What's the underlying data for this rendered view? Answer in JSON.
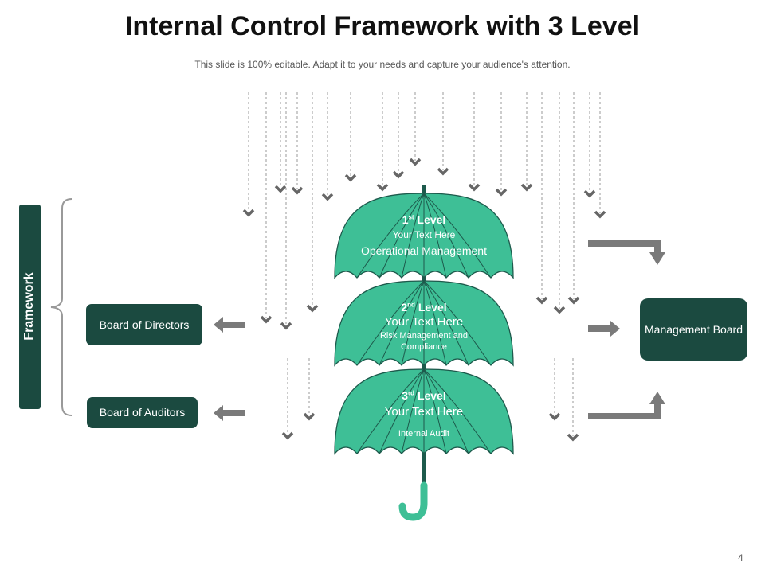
{
  "title": "Internal Control Framework with 3 Level",
  "subtitle": "This slide is 100% editable. Adapt it to your needs and capture your audience's attention.",
  "framework_label": "Framework",
  "boxes": {
    "directors": "Board of Directors",
    "auditors": "Board of Auditors",
    "management": "Management Board"
  },
  "levels": [
    {
      "num": "1",
      "sup": "st",
      "word": "Level",
      "line1": "Your Text Here",
      "line2": "Operational Management"
    },
    {
      "num": "2",
      "sup": "nd",
      "word": "Level",
      "line1": "Your Text Here",
      "line2": "Risk Management and Compliance"
    },
    {
      "num": "3",
      "sup": "rd",
      "word": "Level",
      "line1": "Your Text Here",
      "line2": "Internal Audit"
    }
  ],
  "page_number": "4",
  "colors": {
    "umbrella": "#3ebf96",
    "umbrella_stroke": "#1d5a4c",
    "dark_box": "#1b4a40",
    "arrow_gray": "#7a7a7a"
  }
}
